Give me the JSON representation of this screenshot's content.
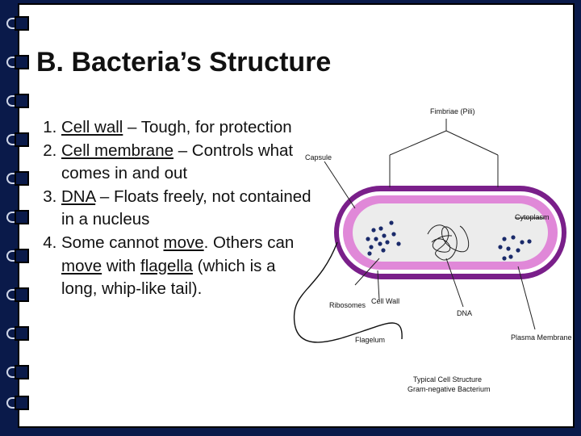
{
  "slide": {
    "title": "B. Bacteria’s Structure",
    "items": [
      {
        "parts": [
          {
            "t": "Cell wall",
            "u": true
          },
          {
            "t": " – Tough, for protection",
            "u": false
          }
        ]
      },
      {
        "parts": [
          {
            "t": "Cell membrane",
            "u": true
          },
          {
            "t": " – Controls what comes in and out",
            "u": false
          }
        ]
      },
      {
        "parts": [
          {
            "t": "DNA",
            "u": true
          },
          {
            "t": " – Floats freely, not contained in a nucleus",
            "u": false
          }
        ]
      },
      {
        "parts": [
          {
            "t": "Some cannot ",
            "u": false
          },
          {
            "t": "move",
            "u": true
          },
          {
            "t": ". Others can ",
            "u": false
          },
          {
            "t": "move",
            "u": true
          },
          {
            "t": " with ",
            "u": false
          },
          {
            "t": "flagella",
            "u": true
          },
          {
            "t": " (which is a long, whip-like tail).",
            "u": false
          }
        ]
      }
    ]
  },
  "diagram": {
    "labels": {
      "fimbriae": "Fimbriae (Pili)",
      "capsule": "Capsule",
      "cytoplasm": "Cytoplasm",
      "ribosomes": "Ribosomes",
      "cell_wall": "Cell Wall",
      "dna": "DNA",
      "flagellum": "Flagelum",
      "plasma_membrane": "Plasma Membrane",
      "caption_line1": "Typical Cell Structure",
      "caption_line2": "Gram-negative Bacterium"
    },
    "colors": {
      "capsule": "#7a1f8a",
      "wall": "#ffffff",
      "membrane": "#e088d8",
      "cytoplasm": "#ececec",
      "ribosome": "#1a2a6a"
    }
  }
}
